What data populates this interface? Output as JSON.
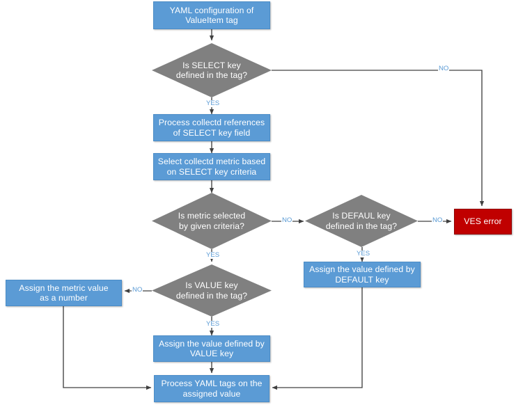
{
  "diagram": {
    "title": "YAML configuration of ValueItem tag flowchart",
    "type": "flowchart",
    "colors": {
      "process": "#5B9BD5",
      "decision": "#808080",
      "error": "#C00000",
      "edge_label": "#5B9BD5",
      "connector": "#404040",
      "background": "#FFFFFF"
    }
  },
  "nodes": {
    "start": {
      "label": "YAML configuration of\nValueItem tag",
      "shape": "process"
    },
    "select_key": {
      "label": "Is SELECT key\ndefined in the tag?",
      "shape": "decision"
    },
    "process_refs": {
      "label": "Process collectd references\nof SELECT key field",
      "shape": "process"
    },
    "select_metric": {
      "label": "Select collectd metric based\non SELECT key criteria",
      "shape": "process"
    },
    "metric_selected": {
      "label": "Is metric selected\nby given criteria?",
      "shape": "decision"
    },
    "defaul_key": {
      "label": "Is DEFAUL key\ndefined in the tag?",
      "shape": "decision"
    },
    "ves_error": {
      "label": "VES error",
      "shape": "error"
    },
    "assign_default": {
      "label": "Assign the value defined by\nDEFAULT key",
      "shape": "process"
    },
    "value_key": {
      "label": "Is VALUE key\ndefined in the tag?",
      "shape": "decision"
    },
    "assign_number": {
      "label": "Assign the metric value\nas a number",
      "shape": "process"
    },
    "assign_value": {
      "label": "Assign the value defined by\nVALUE key",
      "shape": "process"
    },
    "process_yaml": {
      "label": "Process YAML tags on the\nassigned value",
      "shape": "process"
    }
  },
  "edge_labels": {
    "select_no": "NO",
    "select_yes": "YES",
    "metric_no": "NO",
    "metric_yes": "YES",
    "defaul_no": "NO",
    "defaul_yes": "YES",
    "value_no": "NO",
    "value_yes": "YES"
  }
}
